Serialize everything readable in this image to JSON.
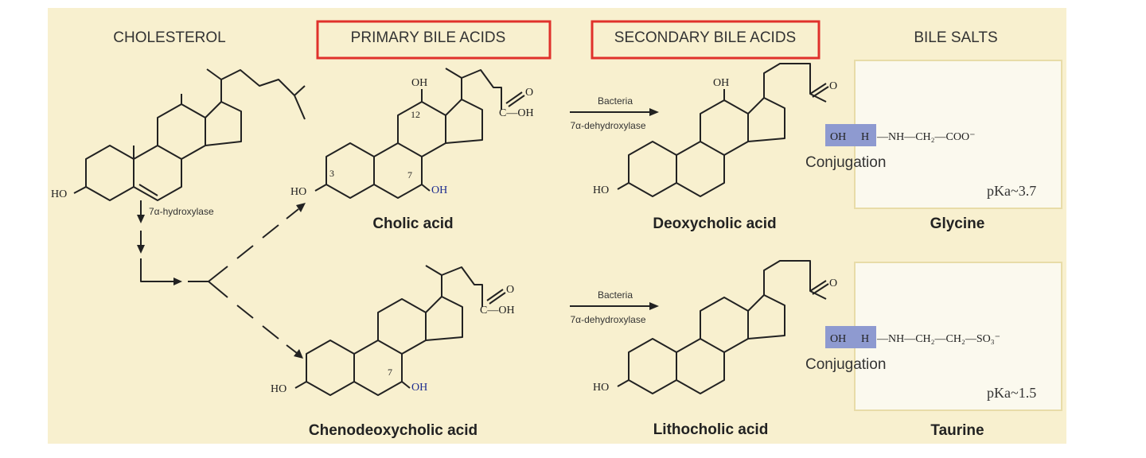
{
  "headers": {
    "cholesterol": "CHOLESTEROL",
    "primary": "PRIMARY BILE ACIDS",
    "secondary": "SECONDARY BILE ACIDS",
    "bile_salts": "BILE SALTS"
  },
  "enzymes": {
    "hydroxylase": "7α-hydroxylase",
    "bacteria_top": "Bacteria",
    "dehydroxylase_top": "7α-dehydroxylase",
    "bacteria_bottom": "Bacteria",
    "dehydroxylase_bottom": "7α-dehydroxylase"
  },
  "compounds": {
    "cholic": "Cholic acid",
    "chenodeoxycholic": "Chenodeoxycholic acid",
    "deoxycholic": "Deoxycholic acid",
    "lithocholic": "Lithocholic acid",
    "glycine": "Glycine",
    "taurine": "Taurine"
  },
  "atoms": {
    "ho": "HO",
    "oh": "OH",
    "o": "O",
    "c_oh": "C—OH",
    "c": "C",
    "h": "H"
  },
  "positions": {
    "c3": "3",
    "c7": "7",
    "c12": "12"
  },
  "conjugation": {
    "label_top": "Conjugation",
    "label_bottom": "Conjugation",
    "glycine_chain": "—NH—CH₂—COO⁻",
    "taurine_chain": "—NH—CH₂—CH₂—SO₃⁻",
    "pka_glycine": "pKa~3.7",
    "pka_taurine": "pKa~1.5"
  },
  "colors": {
    "background": "#f8f0cf",
    "highlight_box": "#e0312b",
    "conjugation_fill": "#8e9ad0",
    "salt_box": "#fbf9ee"
  }
}
